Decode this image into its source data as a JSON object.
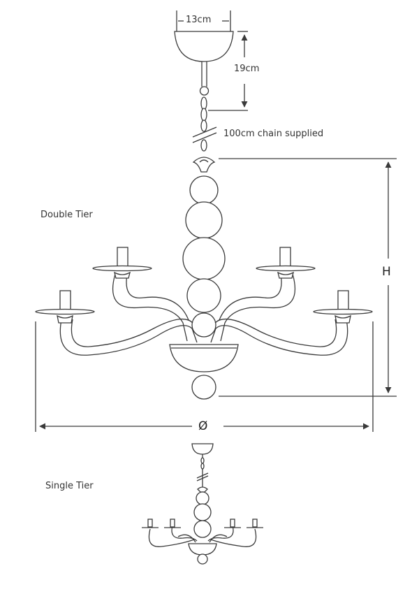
{
  "dimensions": {
    "canopy_width": "13cm",
    "canopy_height": "19cm",
    "chain": "100cm chain supplied",
    "height_symbol": "H",
    "diameter_symbol": "Ø"
  },
  "variants": {
    "double": "Double Tier",
    "single": "Single Tier"
  },
  "colors": {
    "line": "#3a3a3a",
    "background": "#ffffff"
  }
}
